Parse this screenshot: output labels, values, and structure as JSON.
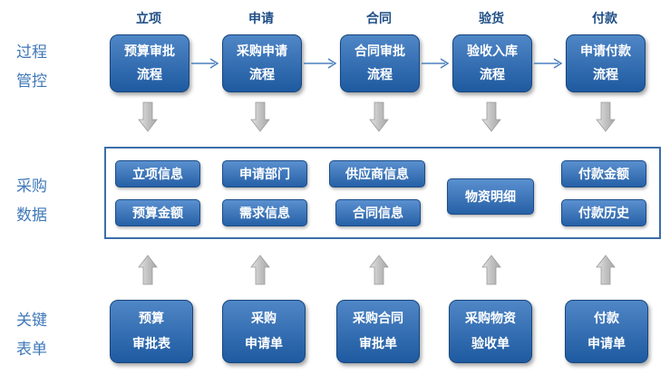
{
  "row_labels": {
    "process": [
      "过程",
      "管控"
    ],
    "data": [
      "采购",
      "数据"
    ],
    "forms": [
      "关键",
      "表单"
    ]
  },
  "stages": [
    "立项",
    "申请",
    "合同",
    "验货",
    "付款"
  ],
  "process_boxes": [
    [
      "预算审批",
      "流程"
    ],
    [
      "采购申请",
      "流程"
    ],
    [
      "合同审批",
      "流程"
    ],
    [
      "验收入库",
      "流程"
    ],
    [
      "申请付款",
      "流程"
    ]
  ],
  "data_items": {
    "col1": [
      "立项信息",
      "预算金额"
    ],
    "col2": [
      "申请部门",
      "需求信息"
    ],
    "col3": [
      "供应商信息",
      "合同信息"
    ],
    "col4": [
      "物资明细"
    ],
    "col5": [
      "付款金额",
      "付款历史"
    ]
  },
  "form_boxes": [
    [
      "预算",
      "审批表"
    ],
    [
      "采购",
      "申请单"
    ],
    [
      "采购合同",
      "审批单"
    ],
    [
      "采购物资",
      "验收单"
    ],
    [
      "付款",
      "申请单"
    ]
  ]
}
